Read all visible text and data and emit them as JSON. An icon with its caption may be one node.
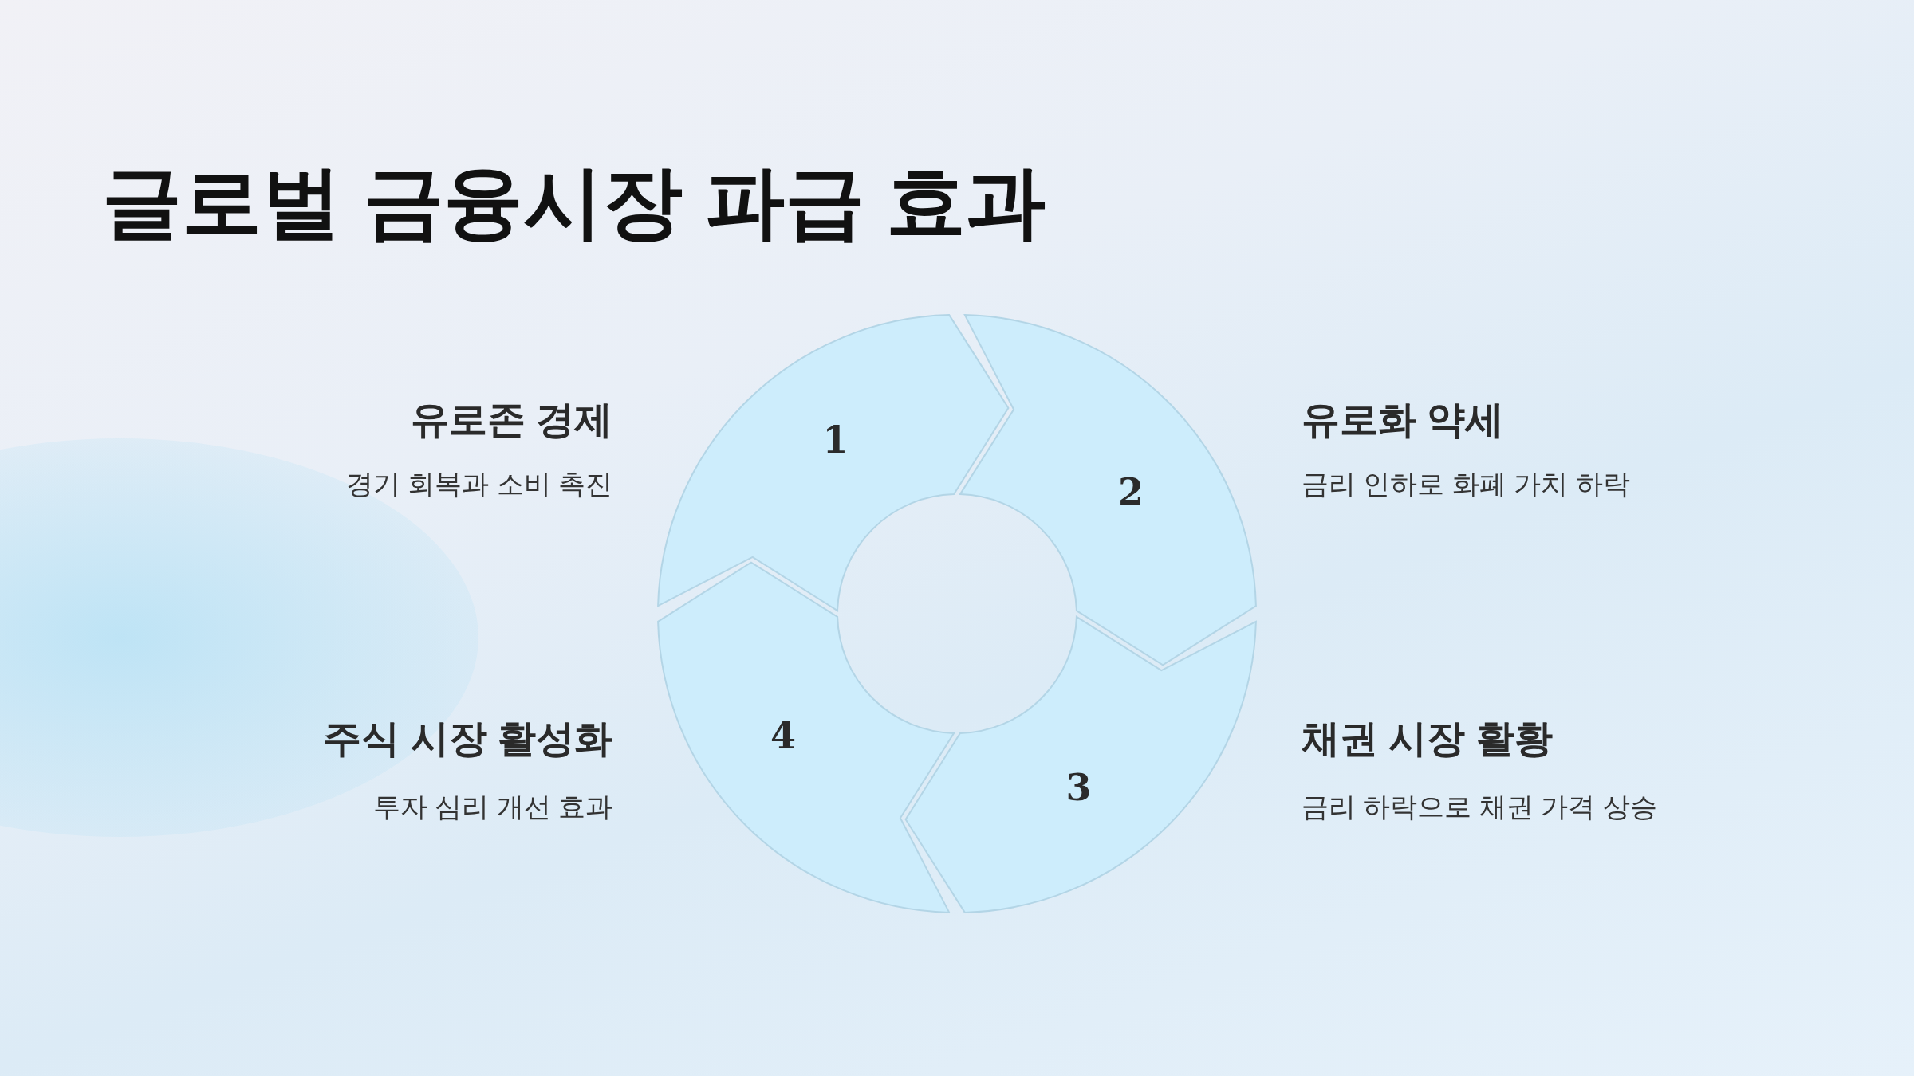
{
  "diagram": {
    "title": "글로벌 금융시장 파급 효과",
    "nodes": [
      {
        "text": [
          "1"
        ],
        "beside": [
          "유로존 경제",
          "경기 회복과 소비 촉진"
        ]
      },
      {
        "text": [
          "2"
        ],
        "beside": [
          "유로화 약세",
          "금리 인하로 화폐 가치 하락"
        ]
      },
      {
        "text": [
          "3"
        ],
        "beside": [
          "채권 시장 활황",
          "금리 하락으로 채권 가격 상승"
        ]
      },
      {
        "text": [
          "4"
        ],
        "beside": [
          "주식 시장 활성화",
          "투자 심리 개선 효과"
        ]
      }
    ]
  }
}
